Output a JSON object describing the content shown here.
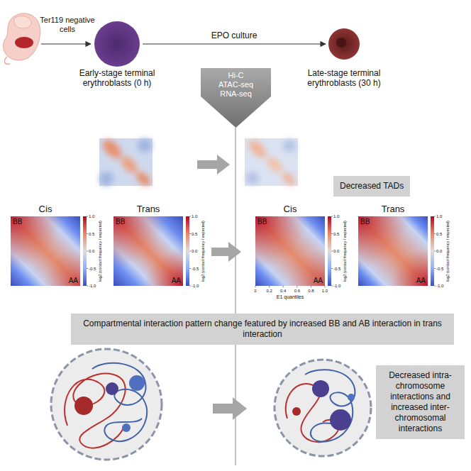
{
  "diagram": {
    "nodes": [
      {
        "text": [
          "Early-stage terminal erythroblasts (0 h)"
        ]
      },
      {
        "text": [
          "Late-stage terminal erythroblasts (30 h)"
        ]
      },
      {
        "text": [
          "Hi-C",
          "ATAC-seq",
          "RNA-seq"
        ]
      },
      {
        "text": [
          "Decreased TADs"
        ]
      },
      {
        "text": [
          "Cis",
          "BB",
          "AA"
        ]
      },
      {
        "text": [
          "Trans",
          "BB",
          "AA"
        ]
      },
      {
        "text": [
          "Cis",
          "BB",
          "AA"
        ]
      },
      {
        "text": [
          "Trans",
          "BB",
          "AA"
        ]
      },
      {
        "text": [
          "Compartmental interaction pattern change featured by increased BB and AB interaction in trans interaction"
        ]
      },
      {
        "text": [
          "Decreased intra-chromosome interactions and increased inter-chromosomal interactions"
        ]
      }
    ],
    "edges": [
      {
        "from": 0,
        "to": 1,
        "label": "EPO culture",
        "arrow": "to"
      }
    ],
    "labels": [
      "Ter119 negative cells",
      "1.0",
      "0.5",
      "0.0",
      "-0.5",
      "-1.0",
      "log2 (contact frequency / expected)",
      "1.0",
      "0.5",
      "0.0",
      "-0.5",
      "-1.0",
      "log2 (contact frequency / expected)",
      "1.0",
      "0.5",
      "0.0",
      "-0.5",
      "-1.0",
      "log2 (contact frequency / expected)",
      "0",
      "0.2",
      "0.4",
      "0.6",
      "0.8",
      "1.0",
      "E1 quantiles",
      "1.0",
      "0.5",
      "0.0",
      "-0.5",
      "-1.0",
      "log2 (contact frequency / expected)"
    ]
  }
}
